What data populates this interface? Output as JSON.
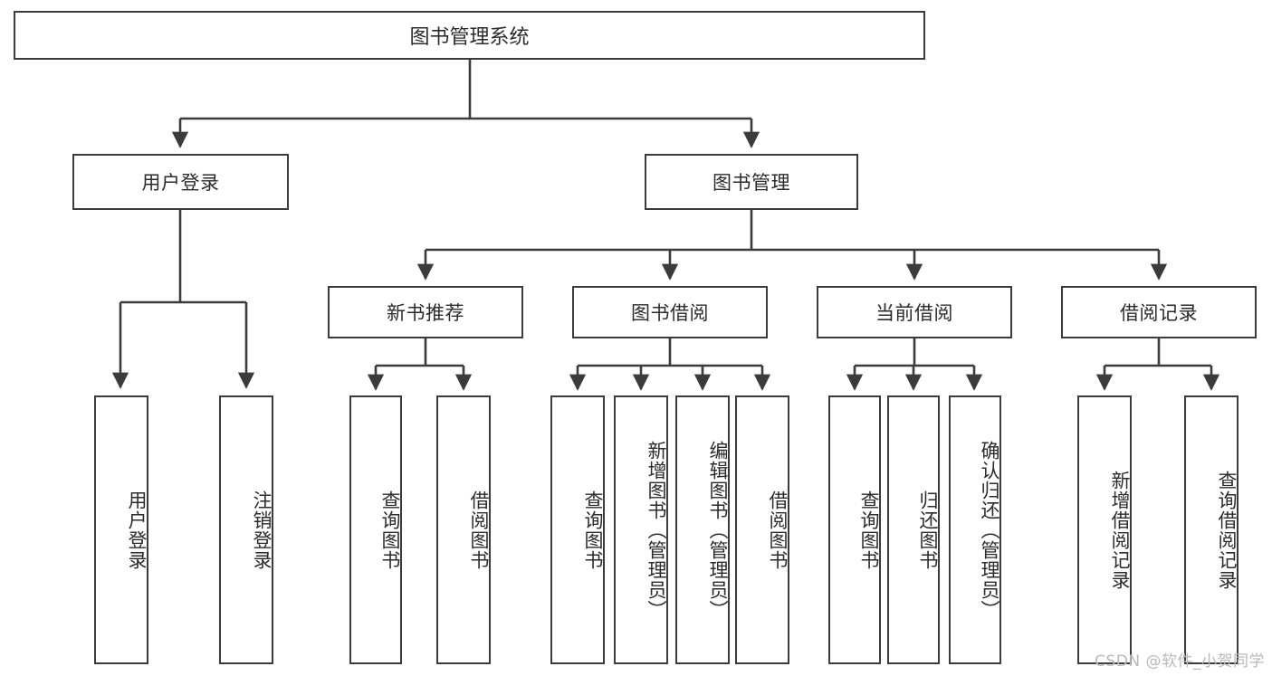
{
  "diagram": {
    "type": "tree",
    "title": "图书管理系统",
    "root": {
      "label": "图书管理系统"
    },
    "level2": [
      {
        "label": "用户登录"
      },
      {
        "label": "图书管理"
      }
    ],
    "level3": [
      {
        "label": "新书推荐"
      },
      {
        "label": "图书借阅"
      },
      {
        "label": "当前借阅"
      },
      {
        "label": "借阅记录"
      }
    ],
    "leaves": {
      "user_login": [
        {
          "label": "用户登录"
        },
        {
          "label": "注销登录"
        }
      ],
      "new_book_recommend": [
        {
          "label": "查询图书"
        },
        {
          "label": "借阅图书"
        }
      ],
      "book_borrow": [
        {
          "label": "查询图书"
        },
        {
          "label": "新增图书（管理员）"
        },
        {
          "label": "编辑图书（管理员）"
        },
        {
          "label": "借阅图书"
        }
      ],
      "current_borrow": [
        {
          "label": "查询图书"
        },
        {
          "label": "归还图书"
        },
        {
          "label": "确认归还（管理员）"
        }
      ],
      "borrow_record": [
        {
          "label": "新增借阅记录"
        },
        {
          "label": "查询借阅记录"
        }
      ]
    }
  },
  "watermark": {
    "text": "CSDN @软件_小贺同学"
  },
  "colors": {
    "border": "#3b3b3b",
    "text": "#2b2b2b",
    "background": "#ffffff",
    "watermark": "#b9b9b9"
  }
}
